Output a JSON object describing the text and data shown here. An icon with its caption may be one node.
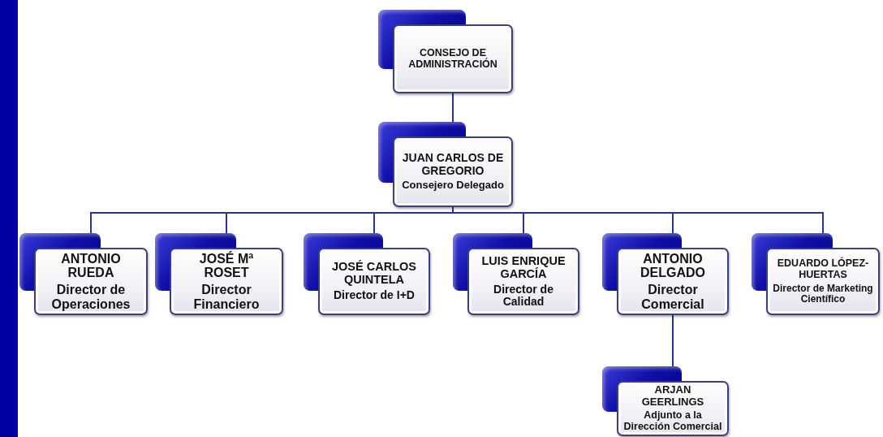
{
  "diagram": {
    "nodes": [
      {
        "text": [
          "CONSEJO DE ADMINISTRACIÓN"
        ]
      },
      {
        "text": [
          "JUAN CARLOS DE GREGORIO",
          "Consejero Delegado"
        ]
      },
      {
        "text": [
          "ANTONIO RUEDA",
          "Director de Operaciones"
        ]
      },
      {
        "text": [
          "JOSÉ Mª ROSET",
          "Director Financiero"
        ]
      },
      {
        "text": [
          "JOSÉ CARLOS QUINTELA",
          "Director de I+D"
        ]
      },
      {
        "text": [
          "LUIS ENRIQUE GARCÍA",
          "Director de Calidad"
        ]
      },
      {
        "text": [
          "ANTONIO DELGADO",
          "Director Comercial"
        ]
      },
      {
        "text": [
          "EDUARDO LÓPEZ-HUERTAS",
          "Director de Marketing Científico"
        ]
      },
      {
        "text": [
          "ARJAN GEERLINGS",
          "Adjunto a la Dirección Comercial"
        ]
      },
      {
        "text": [],
        "shape": "bar"
      }
    ],
    "edges": [
      {
        "from": 0,
        "to": 1,
        "arrow": "none"
      },
      {
        "from": 1,
        "to": 2,
        "arrow": "none"
      },
      {
        "from": 1,
        "to": 3,
        "arrow": "none"
      },
      {
        "from": 1,
        "to": 4,
        "arrow": "none"
      },
      {
        "from": 1,
        "to": 5,
        "arrow": "none"
      },
      {
        "from": 1,
        "to": 6,
        "arrow": "none"
      },
      {
        "from": 1,
        "to": 7,
        "arrow": "none"
      },
      {
        "from": 6,
        "to": 8,
        "arrow": "none"
      }
    ]
  }
}
